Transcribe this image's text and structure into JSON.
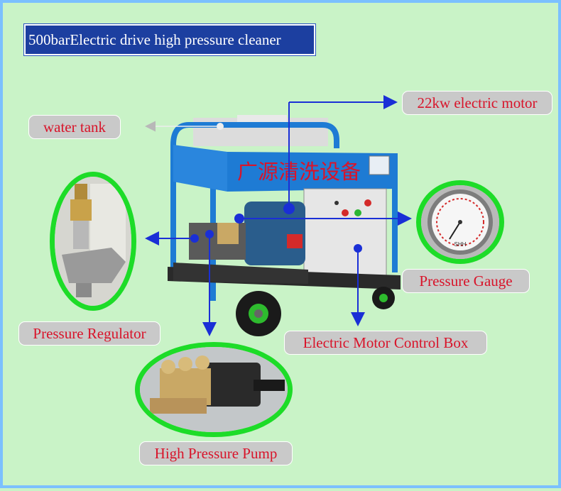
{
  "title": "500barElectric drive high pressure cleaner",
  "labels": {
    "motor": "22kw electric motor",
    "water_tank": "water tank",
    "regulator": "Pressure Regulator",
    "gauge": "Pressure Gauge",
    "control_box": "Electric Motor Control Box",
    "pump": "High Pressure Pump"
  },
  "machine_text": "广源清洗设备",
  "gauge_brand": "SHH",
  "colors": {
    "background": "#c9f3c7",
    "title_bg": "#1c3fa0",
    "label_bg": "#c9c9c9",
    "label_text": "#d8142a",
    "oval_border": "#1ddc28",
    "arrow": "#1a2fd6",
    "frame_blue": "#1e7bd4"
  }
}
